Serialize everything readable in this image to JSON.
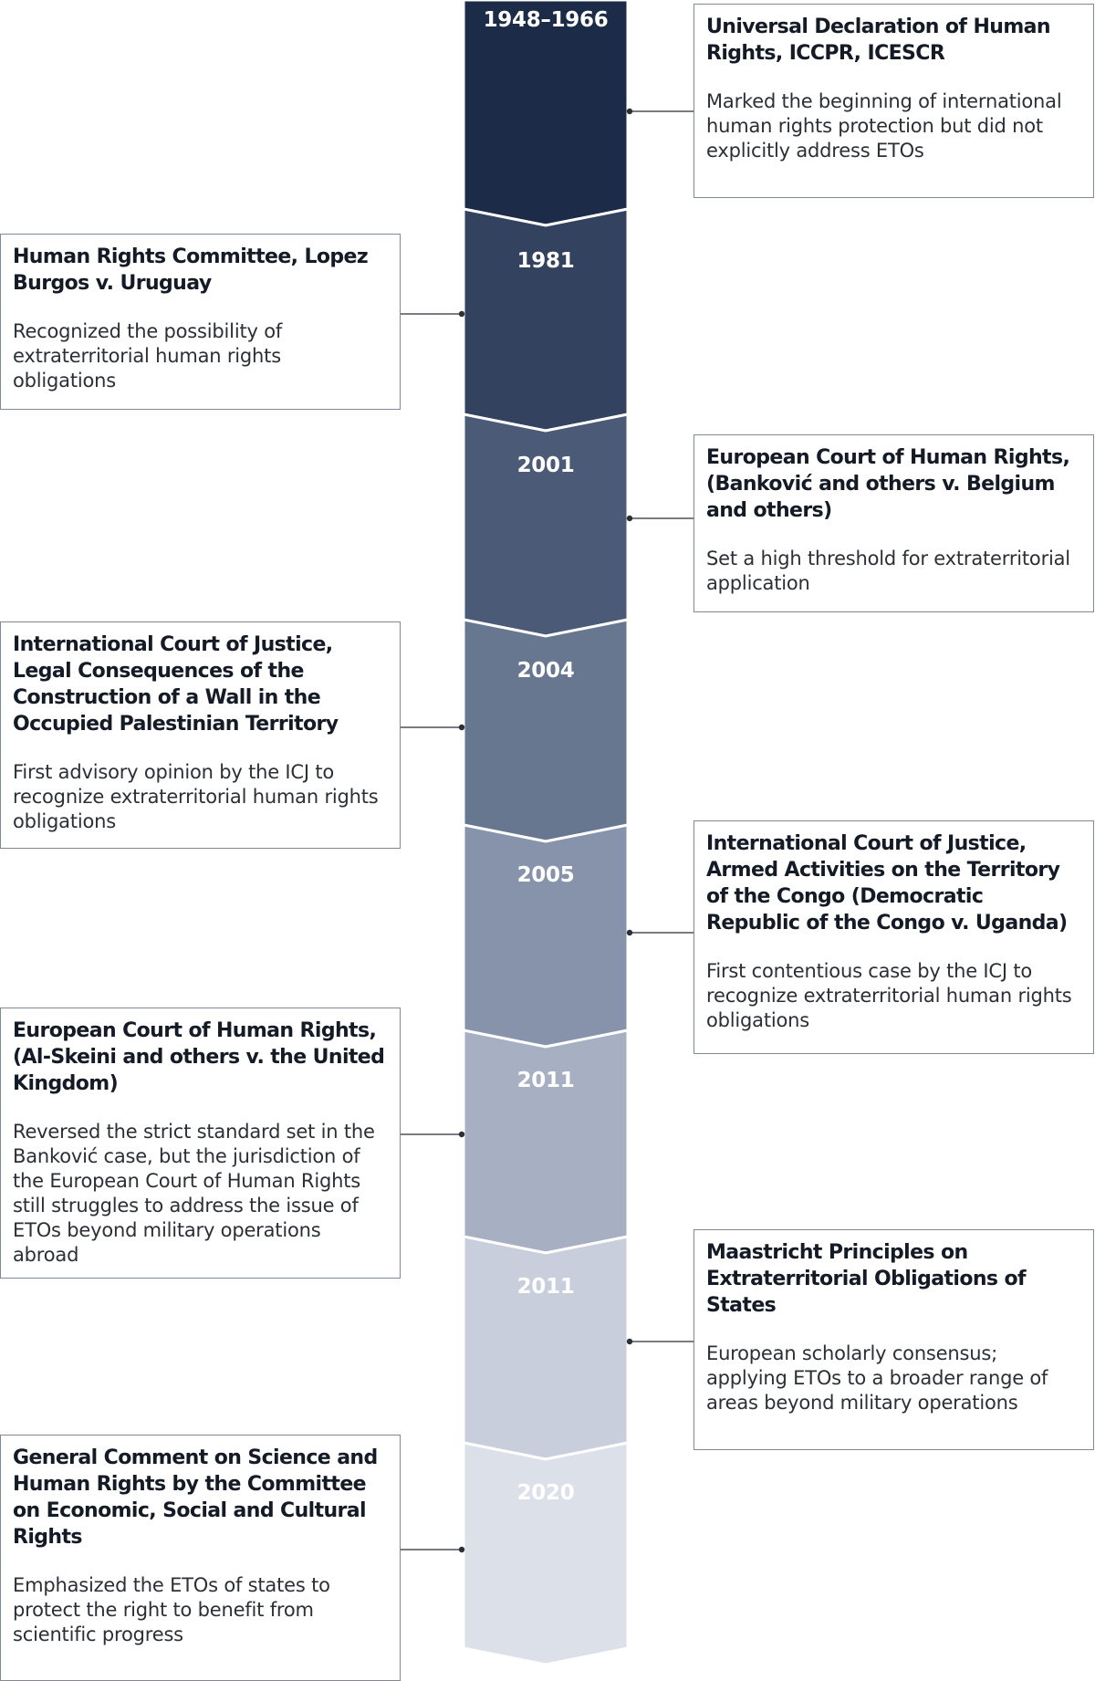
{
  "timeline": [
    {
      "year": "1948–1966",
      "side": "right",
      "title": "Universal Declaration of Human Rights, ICCPR, ICESCR",
      "description": "Marked the beginning of international human rights protection but did not explicitly address ETOs"
    },
    {
      "year": "1981",
      "side": "left",
      "title": "Human Rights Committee, Lopez Burgos v. Uruguay",
      "description": "Recognized the possibility of extraterritorial human rights obligations"
    },
    {
      "year": "2001",
      "side": "right",
      "title": "European Court of Human Rights, (Banković and others v. Belgium and others)",
      "description": "Set a high threshold for extraterritorial application"
    },
    {
      "year": "2004",
      "side": "left",
      "title": "International Court of Justice, Legal Consequences of the Construction of a Wall in the Occupied Palestinian Territory",
      "description": "First advisory opinion by the ICJ to recognize extraterritorial human rights obligations"
    },
    {
      "year": "2005",
      "side": "right",
      "title": "International Court of Justice, Armed Activities on the Territory of the Congo (Democratic Republic of the Congo v. Uganda)",
      "description": "First contentious case by the ICJ to recognize extraterritorial human rights obligations"
    },
    {
      "year": "2011",
      "side": "left",
      "title": "European Court of Human Rights, (Al-Skeini and others v. the United Kingdom)",
      "description": "Reversed the strict standard set in the Banković case, but the jurisdiction of the European Court of Human Rights still struggles to address the issue of ETOs beyond military operations abroad"
    },
    {
      "year": "2011",
      "side": "right",
      "title": "Maastricht Principles on Extraterritorial Obligations of States",
      "description": "European scholarly consensus; applying ETOs to a broader range of areas beyond military operations"
    },
    {
      "year": "2020",
      "side": "left",
      "title": "General Comment on Science and Human Rights by the Committee on Economic, Social and Cultural Rights",
      "description": "Emphasized the ETOs of states to protect the right to benefit from scientific progress"
    }
  ],
  "colors": {
    "segments": [
      "#1c2b47",
      "#33435f",
      "#4b5b77",
      "#67778f",
      "#8793aa",
      "#a7b0c3",
      "#c8cedb",
      "#dce0e9"
    ],
    "connector": "#2b2f36",
    "card_border": "#7f8a99"
  }
}
